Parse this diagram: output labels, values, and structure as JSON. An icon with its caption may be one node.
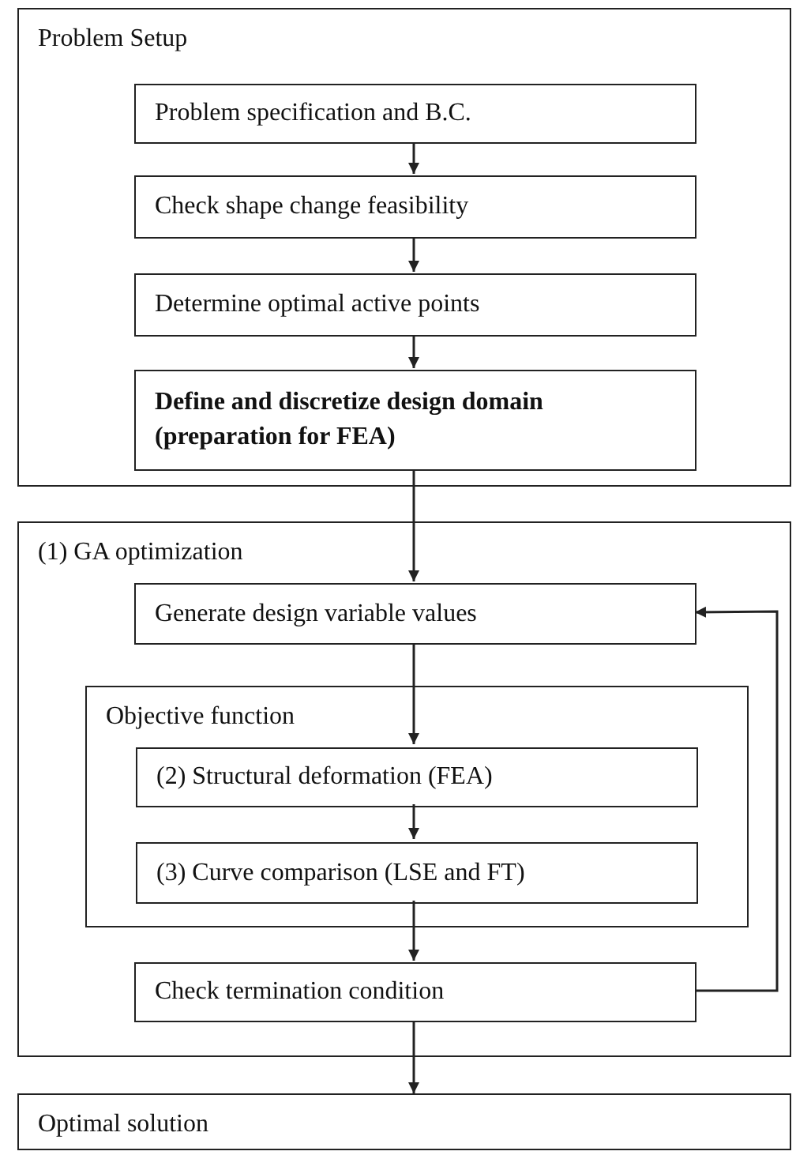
{
  "diagram": {
    "nodes": [
      {
        "text": [
          "Problem Setup"
        ]
      },
      {
        "text": [
          "Problem specification and B.C."
        ],
        "in": 0
      },
      {
        "text": [
          "Check shape change feasibility"
        ],
        "in": 0
      },
      {
        "text": [
          "Determine optimal active points"
        ],
        "in": 0
      },
      {
        "text": [
          "Define and discretize design domain (preparation for FEA)"
        ],
        "in": 0
      },
      {
        "text": [
          "(1) GA optimization"
        ]
      },
      {
        "text": [
          "Generate design variable values"
        ],
        "in": 5
      },
      {
        "text": [
          "Objective function"
        ],
        "in": 5
      },
      {
        "text": [
          "(2) Structural deformation (FEA)"
        ],
        "in": 7
      },
      {
        "text": [
          "(3) Curve comparison (LSE and FT)"
        ],
        "in": 7
      },
      {
        "text": [
          "Check termination condition"
        ],
        "in": 5
      },
      {
        "text": [
          "Optimal solution"
        ]
      }
    ],
    "edges": [
      {
        "from": 1,
        "to": 2,
        "arrow": "to"
      },
      {
        "from": 2,
        "to": 3,
        "arrow": "to"
      },
      {
        "from": 3,
        "to": 4,
        "arrow": "to"
      },
      {
        "from": 4,
        "to": 6,
        "arrow": "to"
      },
      {
        "from": 6,
        "to": 8,
        "arrow": "to"
      },
      {
        "from": 8,
        "to": 9,
        "arrow": "to"
      },
      {
        "from": 9,
        "to": 10,
        "arrow": "to"
      },
      {
        "from": 10,
        "to": 6,
        "arrow": "to"
      },
      {
        "from": 10,
        "to": 11,
        "arrow": "to"
      }
    ]
  }
}
